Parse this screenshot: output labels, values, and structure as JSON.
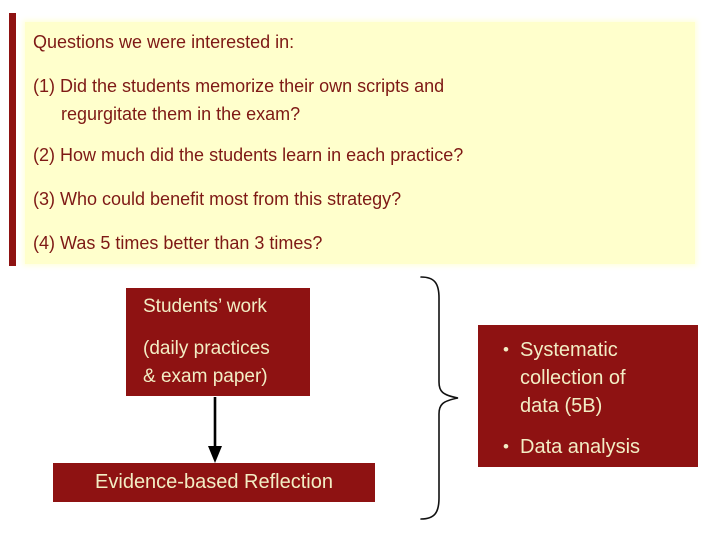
{
  "slide": {
    "background": "#ffffff",
    "accent_dark_red": "#8e1212",
    "panel_bg": "#ffffcc",
    "panel_text_color": "#7e1915",
    "box_text_color": "#f2edc4"
  },
  "questions_panel": {
    "title": "Questions we were interested in:",
    "q1_line1": "(1) Did the students memorize their own scripts and",
    "q1_line2": "regurgitate them in the exam?",
    "q2": "(2) How much did the students learn in each practice?",
    "q3": "(3) Who could benefit most from this strategy?",
    "q4": "(4) Was 5 times better than 3 times?"
  },
  "students_box": {
    "title": "Students’ work",
    "subtitle_line1": "(daily practices",
    "subtitle_line2": "& exam paper)"
  },
  "evidence_box": {
    "label": "Evidence-based Reflection"
  },
  "right_box": {
    "bullets": [
      "Systematic collection of data (5B)",
      "Data analysis"
    ],
    "bullet_glyph": "•"
  }
}
